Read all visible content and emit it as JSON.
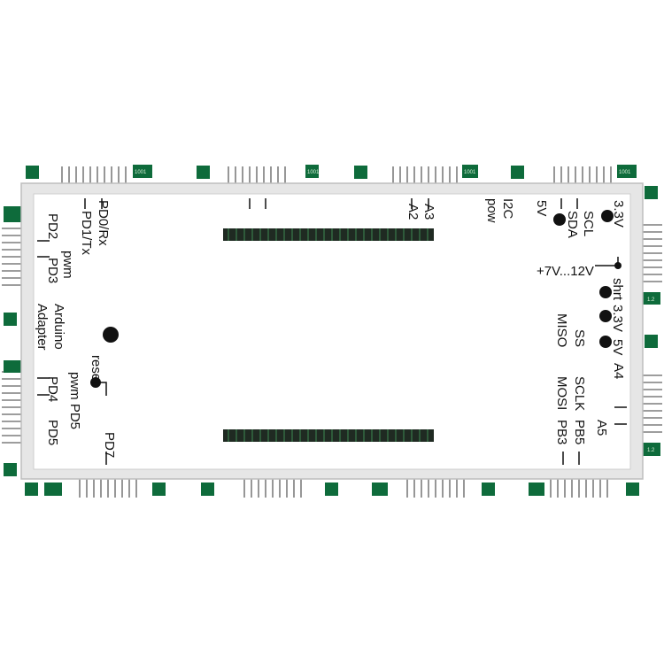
{
  "board": {
    "colors": {
      "pcb": "#e8e8e8",
      "pcb_border": "#c8c8c8",
      "pad": "#0e6b3b",
      "header": "#1f2a22",
      "ink": "#111111"
    },
    "labels": {
      "pd0": "PD0/Rx",
      "pd1": "PD1/Tx",
      "pd2": "PD2",
      "pd3": "PD3",
      "pwm_top": "pwm",
      "arduino": "Arduino",
      "adapter": "Adapter",
      "reset": "reset",
      "pd4": "PD4",
      "pd5": "PD5",
      "pwm_pd5": "pwm PD5",
      "pd7": "PD7",
      "a2": "A2",
      "a3": "A3",
      "i2c": "I2C",
      "pow": "pow",
      "v5_top": "5V",
      "scl": "SCL",
      "sda": "SDA",
      "v33_top": "3.3V",
      "vin": "+7V...12V",
      "shrt": "shrt",
      "v33_mid": "3.3V",
      "v5_mid": "5V",
      "ss": "SS",
      "miso": "MISO",
      "sclk": "SCLK",
      "mosi": "MOSI",
      "pb5": "PB5",
      "pb3": "PB3",
      "a4": "A4",
      "a5": "A5"
    },
    "pad_codes": {
      "code_a": "1001",
      "code_b": "1.2"
    }
  }
}
